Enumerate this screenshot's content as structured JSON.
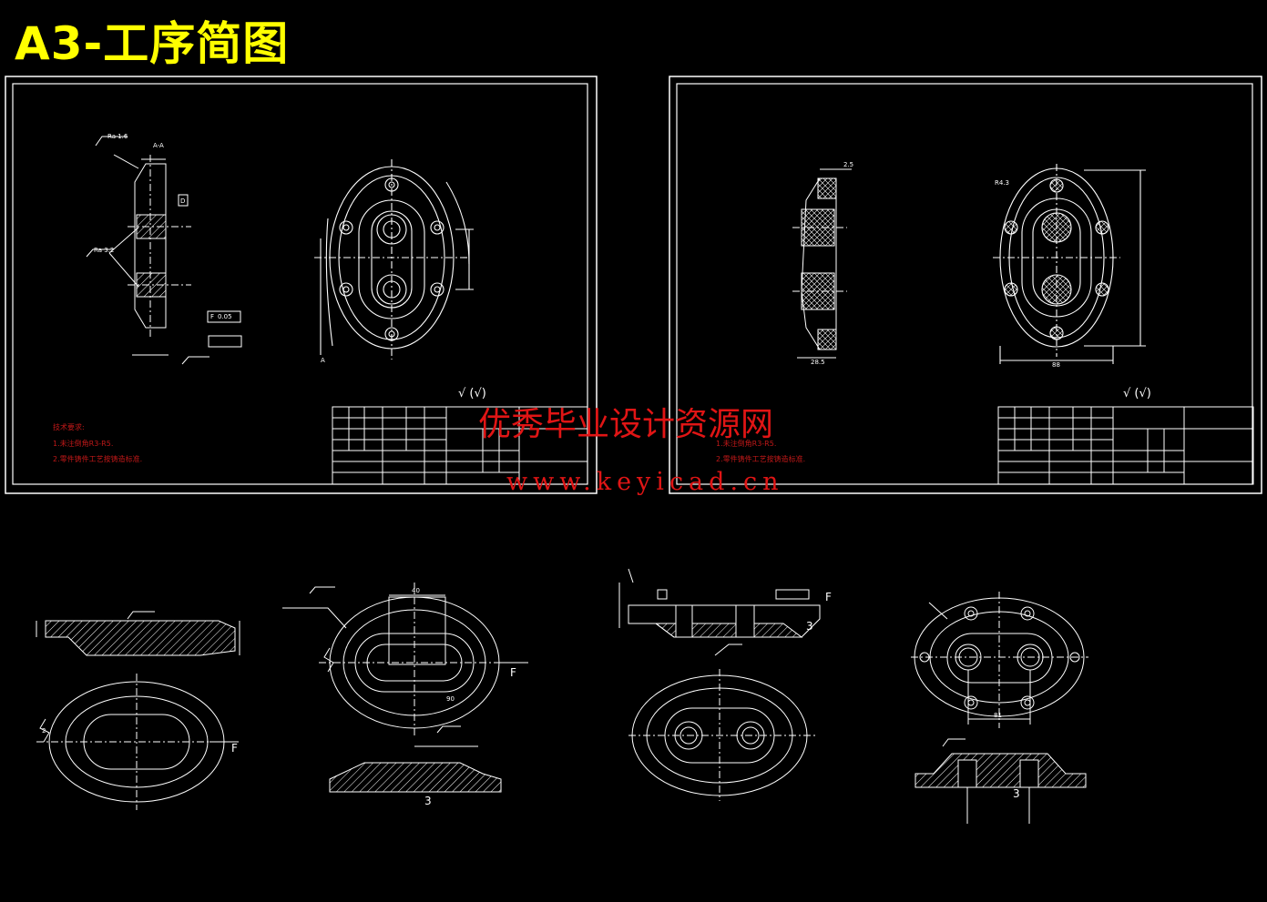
{
  "title": "A3-工序简图",
  "watermark": {
    "line1": "优秀毕业设计资源网",
    "line2": "www.keyicad.cn"
  },
  "colors": {
    "background": "#000000",
    "line": "#ffffff",
    "title": "#ffff00",
    "watermark": "#e01515",
    "red_text": "#c01818"
  },
  "sheet_left": {
    "roughness_mark": "√ (√)",
    "tech_notes": [
      "技术要求:",
      "1.未注倒角R3-R5.",
      "2.零件铸件工艺按铸造标准."
    ],
    "labels": [
      "A-A",
      "Ra 1.6",
      "Ra 3.2",
      "F",
      "0.05",
      "D",
      "A"
    ]
  },
  "sheet_right": {
    "roughness_mark": "√ (√)",
    "tech_notes": [
      "1.未注倒角R3-R5.",
      "2.零件铸件工艺按铸造标准."
    ],
    "labels": [
      "2.5",
      "28.5",
      "88",
      "R4.3"
    ]
  },
  "bottom_labels": {
    "f_label": "F",
    "dim_3": "3",
    "dim_40": "40",
    "dim_81": "81",
    "dim_2": "2",
    "dim_90": "90"
  }
}
